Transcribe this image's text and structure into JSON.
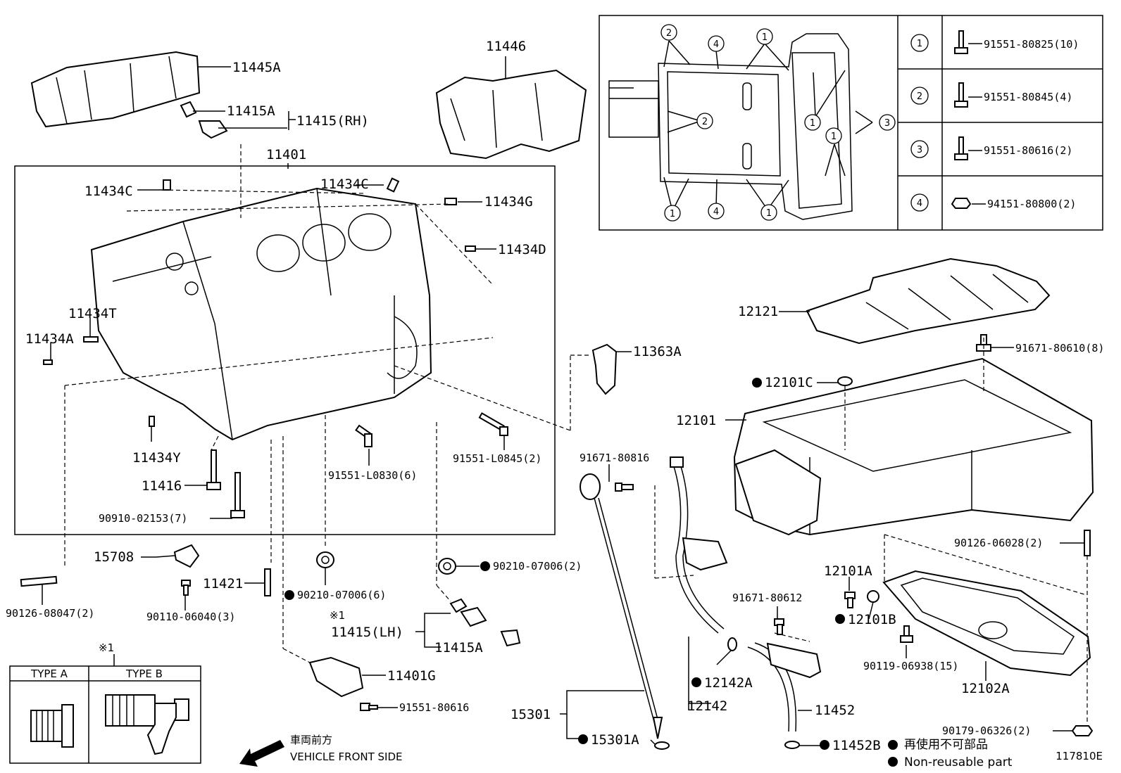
{
  "diagram_id": "117810E",
  "labels": {
    "p11445A": "11445A",
    "p11415A_top": "11415A",
    "p11415RH": "11415(RH)",
    "p11446": "11446",
    "p11401": "11401",
    "p11434C_a": "11434C",
    "p11434C_b": "11434C",
    "p11434G": "11434G",
    "p11434D": "11434D",
    "p11434T": "11434T",
    "p11434A": "11434A",
    "p11434Y": "11434Y",
    "p11416": "11416",
    "p90910": "90910-02153(7)",
    "p91551L0830": "91551-L0830(6)",
    "p91551L0845": "91551-L0845(2)",
    "p11363A": "11363A",
    "p12121": "12121",
    "p91671_80610": "91671-80610(8)",
    "p12101C": "12101C",
    "p12101": "12101",
    "p91671_80816": "91671-80816",
    "p90126_06028": "90126-06028(2)",
    "p12101A": "12101A",
    "p12101B": "12101B",
    "p91671_80612": "91671-80612",
    "p90119": "90119-06938(15)",
    "p12102A": "12102A",
    "p90179": "90179-06326(2)",
    "p15708": "15708",
    "p11421": "11421",
    "p90126_08047": "90126-08047(2)",
    "p90110": "90110-06040(3)",
    "p90210_6": "90210-07006(6)",
    "p90210_2": "90210-07006(2)",
    "p_note1": "※1",
    "p11415LH": "11415(LH)",
    "p11415A_bot": "11415A",
    "p11401G": "11401G",
    "p91551_80616": "91551-80616",
    "p15301": "15301",
    "p15301A": "15301A",
    "p12142A": "12142A",
    "p12142": "12142",
    "p11452": "11452",
    "p11452B": "11452B"
  },
  "bolt_table": [
    {
      "num": "1",
      "part": "91551-80825(10)"
    },
    {
      "num": "2",
      "part": "91551-80845(4)"
    },
    {
      "num": "3",
      "part": "91551-80616(2)"
    },
    {
      "num": "4",
      "part": "94151-80800(2)"
    }
  ],
  "type_table": {
    "note": "※1",
    "type_a": "TYPE A",
    "type_b": "TYPE B"
  },
  "front": {
    "jp": "車両前方",
    "en": "VEHICLE FRONT SIDE"
  },
  "legend": {
    "jp": "再使用不可部品",
    "en": "Non-reusable part"
  }
}
